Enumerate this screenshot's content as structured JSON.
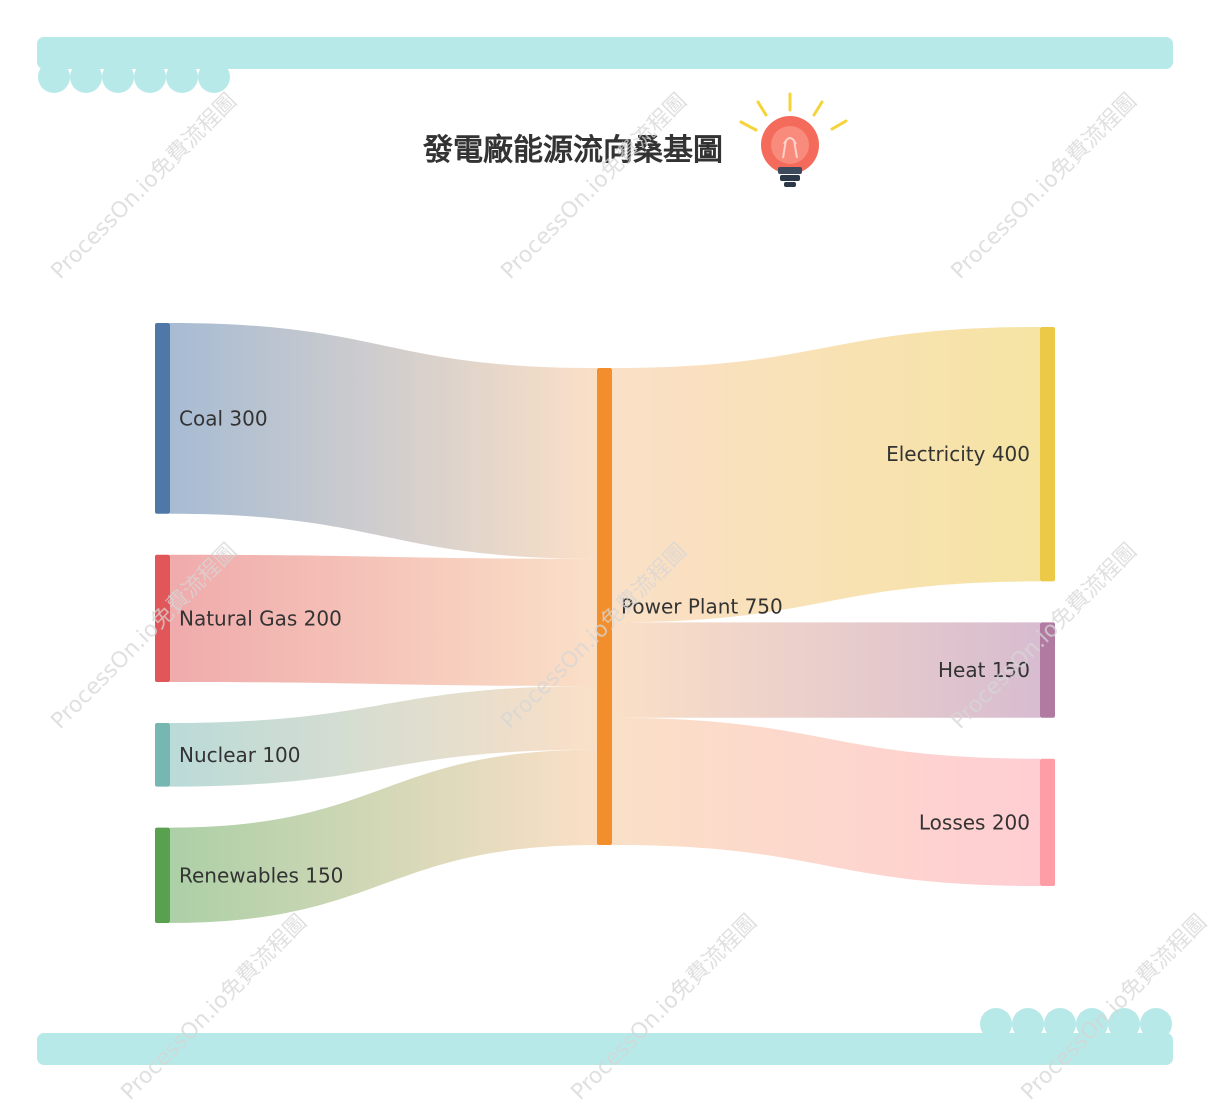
{
  "title": "發電廠能源流向桑基圖",
  "watermark": "ProcessOn.io免費流程圖",
  "icons": {
    "title_icon": "lightbulb-icon"
  },
  "colors": {
    "banner": "#b7e9e9",
    "coal": "#4f78a8",
    "natural_gas": "#e15759",
    "nuclear": "#76b7b2",
    "renewables": "#59a14f",
    "power_plant": "#f28e2b",
    "electricity": "#edc948",
    "heat": "#b07aa1",
    "losses": "#ff9da7",
    "link_mid": "#f6c08f"
  },
  "nodes": [
    {
      "id": "coal",
      "label": "Coal 300"
    },
    {
      "id": "natural_gas",
      "label": "Natural Gas 200"
    },
    {
      "id": "nuclear",
      "label": "Nuclear 100"
    },
    {
      "id": "renewables",
      "label": "Renewables 150"
    },
    {
      "id": "power_plant",
      "label": "Power Plant 750"
    },
    {
      "id": "electricity",
      "label": "Electricity 400"
    },
    {
      "id": "heat",
      "label": "Heat 150"
    },
    {
      "id": "losses",
      "label": "Losses 200"
    }
  ],
  "links": [
    {
      "source": "coal",
      "target": "power_plant",
      "value": 300
    },
    {
      "source": "natural_gas",
      "target": "power_plant",
      "value": 200
    },
    {
      "source": "nuclear",
      "target": "power_plant",
      "value": 100
    },
    {
      "source": "renewables",
      "target": "power_plant",
      "value": 150
    },
    {
      "source": "power_plant",
      "target": "electricity",
      "value": 400
    },
    {
      "source": "power_plant",
      "target": "heat",
      "value": 150
    },
    {
      "source": "power_plant",
      "target": "losses",
      "value": 200
    }
  ]
}
